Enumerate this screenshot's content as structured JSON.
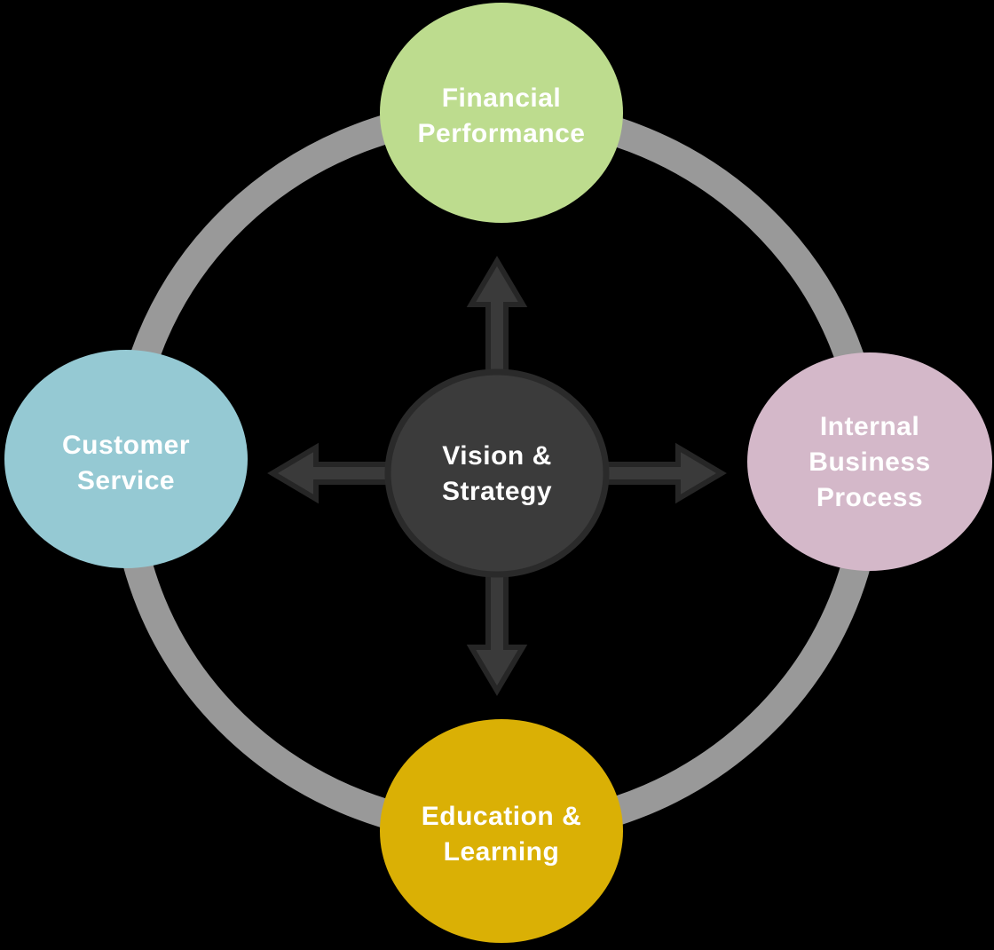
{
  "canvas": {
    "background": "#000000",
    "text_color": "#ffffff"
  },
  "ring": {
    "color": "#999999"
  },
  "arrows": {
    "color": "#3a3a3a",
    "outline_color": "#262626",
    "directions": [
      "up",
      "down",
      "left",
      "right"
    ]
  },
  "center": {
    "lines": [
      "Vision &",
      "Strategy"
    ],
    "color": "#3b3b3b",
    "border_color": "#2a2a2a",
    "text_color": "#ffffff"
  },
  "nodes": {
    "financial": {
      "lines": [
        "Financial",
        "Performance"
      ],
      "color": "#bddc8e",
      "text_color": "#ffffff"
    },
    "internal": {
      "lines": [
        "Internal",
        "Business",
        "Process"
      ],
      "color": "#d4b8c9",
      "text_color": "#ffffff"
    },
    "education": {
      "lines": [
        "Education &",
        "Learning"
      ],
      "color": "#dab005",
      "text_color": "#ffffff"
    },
    "customer": {
      "lines": [
        "Customer",
        "Service"
      ],
      "color": "#95c9d3",
      "text_color": "#ffffff"
    }
  }
}
